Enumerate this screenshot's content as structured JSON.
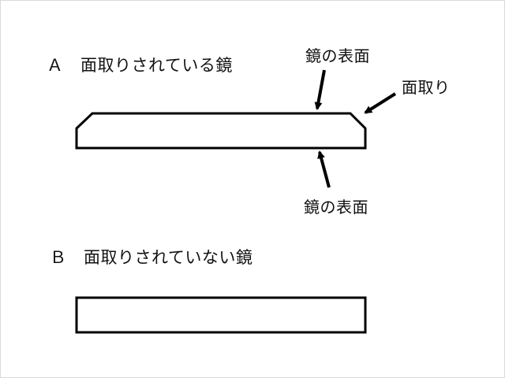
{
  "diagram": {
    "title_a": "Ａ　面取りされている鏡",
    "title_b": "Ｂ　面取りされていない鏡",
    "label_surface_top": "鏡の表面",
    "label_bevel": "面取り",
    "label_surface_bottom": "鏡の表面"
  },
  "colors": {
    "stroke": "#000000",
    "text": "#111111",
    "background": "#ffffff"
  }
}
